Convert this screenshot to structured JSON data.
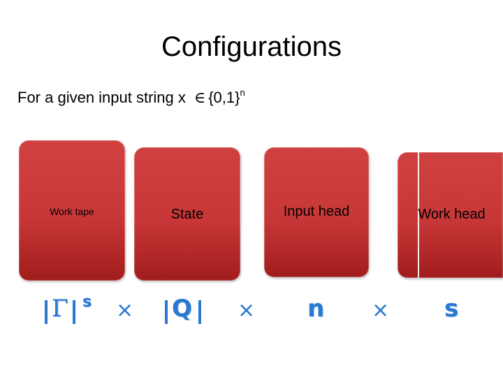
{
  "title": "Configurations",
  "subtitle": {
    "text": "For a given input string x",
    "symbol": "∈",
    "set": "{0,1}",
    "exponent": "n"
  },
  "boxes": [
    {
      "label": "Work tape"
    },
    {
      "label": "State"
    },
    {
      "label": "Input head"
    },
    {
      "label": "Work head"
    }
  ],
  "formula": {
    "gamma": "Γ",
    "gamma_exp": "s",
    "times": "×",
    "q": "Q",
    "n": "n",
    "s": "s"
  },
  "colors": {
    "box": "#c83737",
    "formula": "#2a78d2"
  }
}
